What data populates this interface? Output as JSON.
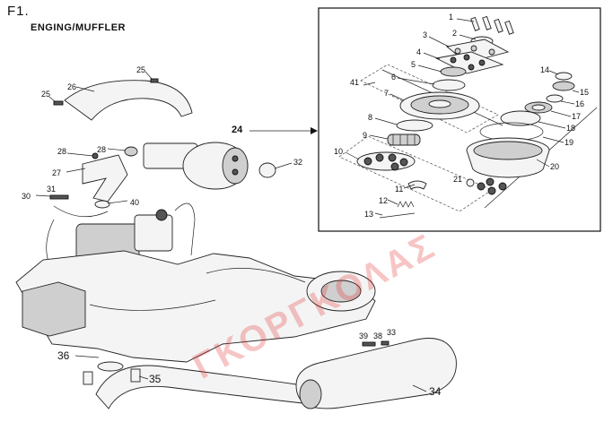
{
  "figure": {
    "id": "F1.",
    "title": "ENGING/MUFFLER"
  },
  "watermark": "ΓΚΟΡΓΚΟΛΑΣ",
  "callouts": {
    "c1": "1",
    "c2": "2",
    "c3": "3",
    "c4": "4",
    "c5": "5",
    "c6": "6",
    "c7": "7",
    "c8": "8",
    "c9": "9",
    "c10": "10",
    "c11": "11",
    "c12": "12",
    "c13": "13",
    "c14": "14",
    "c15": "15",
    "c16": "16",
    "c17": "17",
    "c18": "18",
    "c19": "19",
    "c20": "20",
    "c21": "21",
    "c24": "24",
    "c25a": "25",
    "c25b": "25",
    "c26": "26",
    "c27": "27",
    "c28a": "28",
    "c28b": "28",
    "c30": "30",
    "c31": "31",
    "c32": "32",
    "c33": "33",
    "c34": "34",
    "c35": "35",
    "c36": "36",
    "c38": "38",
    "c39": "39",
    "c40": "40",
    "c41": "41"
  }
}
